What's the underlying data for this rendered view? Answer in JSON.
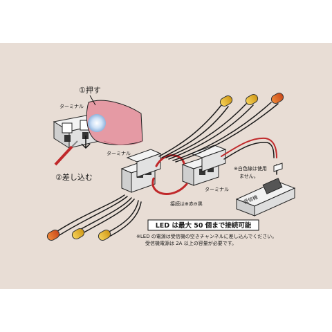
{
  "labels": {
    "push": "①押す",
    "insert": "②差し込む",
    "terminal_top": "ターミナル",
    "terminal_mid": "ターミナル",
    "terminal_right": "ターミナル",
    "white_wire_note_1": "※白色線は使用",
    "white_wire_note_2": "ません。",
    "receiver": "受信機",
    "polarity": "接続は⊕赤⊖黒"
  },
  "notes": {
    "max_led": "LED は最大 50 個まで接続可能",
    "power_note_1": "※LED の電源は受信機の空きチャンネルに差し込んでください。",
    "power_note_2": "受信機電源は 2A 以上の容量が必要です。"
  },
  "colors": {
    "background": "#e8ddd5",
    "wire_red": "#c0282a",
    "wire_black": "#1a1a1a",
    "led_red": "#e2621e",
    "led_yellow": "#e9b21c",
    "led_blue_glow": "#bcd6f2",
    "finger": "#e59aa4"
  }
}
